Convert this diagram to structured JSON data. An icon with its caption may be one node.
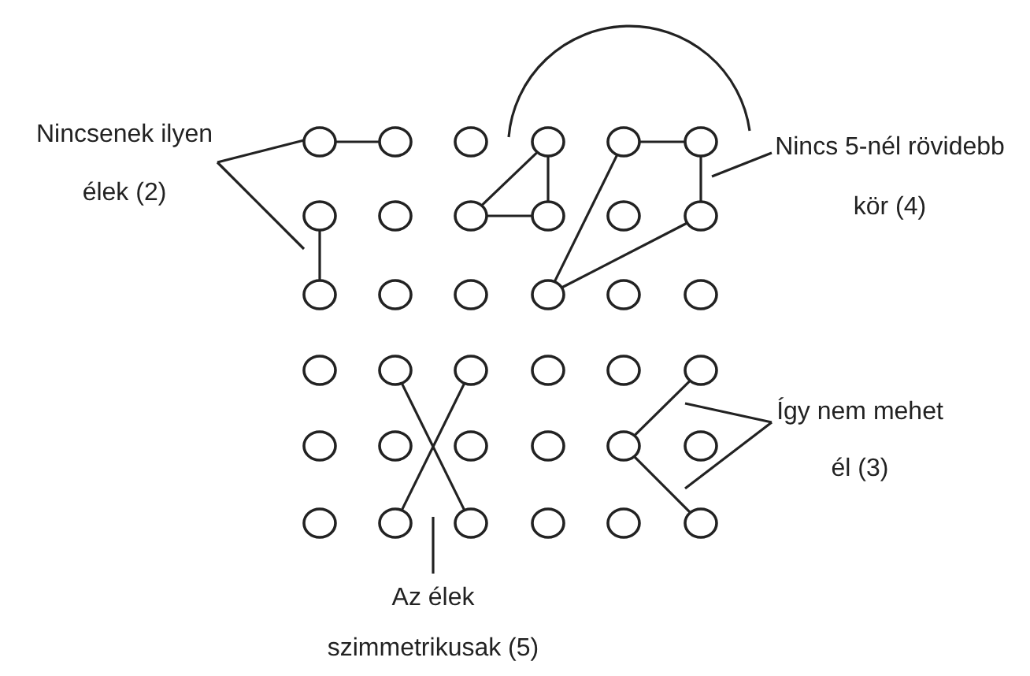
{
  "diagram": {
    "nodes": [
      {
        "text": [
          "Nincsenek ilyen élek (2)"
        ]
      },
      {
        "text": [
          "Nincs 5-nél rövidebb kör (4)"
        ]
      },
      {
        "text": [],
        "shape": "circle"
      },
      {
        "text": [],
        "shape": "circle"
      },
      {
        "text": [],
        "shape": "circle"
      },
      {
        "text": [],
        "shape": "circle"
      },
      {
        "text": [],
        "shape": "circle"
      },
      {
        "text": [],
        "shape": "circle"
      },
      {
        "text": [],
        "shape": "circle"
      },
      {
        "text": [],
        "shape": "circle"
      },
      {
        "text": [],
        "shape": "circle"
      },
      {
        "text": [],
        "shape": "circle"
      },
      {
        "text": [],
        "shape": "circle"
      },
      {
        "text": [],
        "shape": "circle"
      },
      {
        "text": [],
        "shape": "circle"
      },
      {
        "text": [],
        "shape": "circle"
      },
      {
        "text": [],
        "shape": "circle"
      },
      {
        "text": [],
        "shape": "circle"
      },
      {
        "text": [],
        "shape": "circle"
      },
      {
        "text": [],
        "shape": "circle"
      },
      {
        "text": [],
        "shape": "circle"
      },
      {
        "text": [],
        "shape": "circle"
      },
      {
        "text": [],
        "shape": "circle"
      },
      {
        "text": [],
        "shape": "circle"
      },
      {
        "text": [],
        "shape": "circle"
      },
      {
        "text": [],
        "shape": "circle"
      },
      {
        "text": [],
        "shape": "circle"
      },
      {
        "text": [],
        "shape": "circle"
      },
      {
        "text": [],
        "shape": "circle"
      },
      {
        "text": [],
        "shape": "circle"
      },
      {
        "text": [],
        "shape": "circle"
      },
      {
        "text": [],
        "shape": "circle"
      },
      {
        "text": [],
        "shape": "circle"
      },
      {
        "text": [],
        "shape": "circle"
      },
      {
        "text": [],
        "shape": "circle"
      },
      {
        "text": [],
        "shape": "circle"
      },
      {
        "text": [],
        "shape": "circle"
      },
      {
        "text": [],
        "shape": "circle"
      },
      {
        "text": [
          "Így nem mehet él (3)"
        ]
      },
      {
        "text": [
          "Az élek szimmetrikusak (5)"
        ]
      }
    ],
    "edges": [
      {
        "from": 2,
        "to": 3,
        "arrow": "none"
      },
      {
        "from": 8,
        "to": 14,
        "arrow": "none"
      },
      {
        "from": 5,
        "to": 10,
        "arrow": "none"
      },
      {
        "from": 10,
        "to": 11,
        "arrow": "none"
      },
      {
        "from": 5,
        "to": 11,
        "arrow": "none"
      },
      {
        "from": 6,
        "to": 7,
        "arrow": "none"
      },
      {
        "from": 7,
        "to": 13,
        "arrow": "none"
      },
      {
        "from": 6,
        "to": 17,
        "arrow": "none"
      },
      {
        "from": 13,
        "to": 17,
        "arrow": "none"
      },
      {
        "from": 21,
        "to": 34,
        "arrow": "none"
      },
      {
        "from": 22,
        "to": 33,
        "arrow": "none"
      },
      {
        "from": 25,
        "to": 30,
        "arrow": "none"
      },
      {
        "from": 30,
        "to": 37,
        "arrow": "none"
      },
      {
        "from": 0,
        "to": 2,
        "arrow": "none"
      },
      {
        "from": 0,
        "to": null,
        "arrow": "none"
      },
      {
        "from": 1,
        "to": null,
        "arrow": "none"
      },
      {
        "from": 38,
        "to": null,
        "arrow": "none"
      },
      {
        "from": 38,
        "to": null,
        "arrow": "none"
      },
      {
        "from": 39,
        "to": null,
        "arrow": "none"
      }
    ]
  }
}
